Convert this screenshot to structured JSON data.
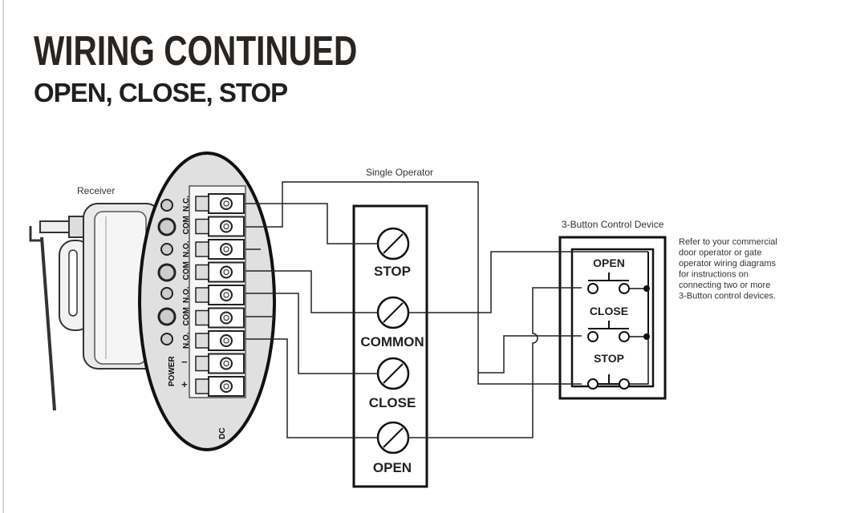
{
  "header": {
    "title": "WIRING CONTINUED",
    "subtitle": "OPEN, CLOSE, STOP"
  },
  "diagram": {
    "receiver_label": "Receiver",
    "single_operator_label": "Single Operator",
    "control_device_label": "3-Button Control Device",
    "terminals": [
      "N.C.",
      "COM",
      "N.O.",
      "COM",
      "N.O.",
      "COM",
      "N.O.",
      "",
      ""
    ],
    "power_label": "POWER",
    "power_minus": "−",
    "power_plus": "+",
    "dc_label": "DC",
    "operator_buttons": [
      "STOP",
      "COMMON",
      "CLOSE",
      "OPEN"
    ],
    "control_buttons": [
      "OPEN",
      "CLOSE",
      "STOP"
    ],
    "note_lines": [
      "Refer to your commercial",
      "door operator or gate",
      "operator wiring diagrams",
      "for instructions on",
      "connecting two or more",
      "3-Button control devices."
    ]
  }
}
